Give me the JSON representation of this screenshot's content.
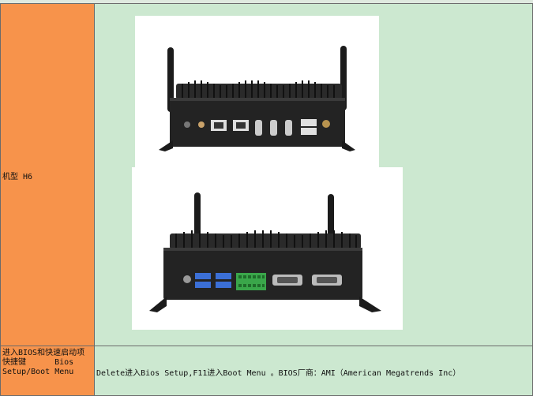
{
  "rows": [
    {
      "label": "机型 H6",
      "value_type": "images"
    },
    {
      "label": "进入BIOS和快速启动项快捷键      Bios Setup/Boot Menu",
      "value": "Delete进入Bios Setup,F11进入Boot Menu 。BIOS厂商：AMI（American Megatrends Inc）"
    }
  ],
  "colors": {
    "label_bg": "#f7934b",
    "value_bg": "#cce8d0",
    "border": "#6b6b6b"
  },
  "images": [
    {
      "name": "front-panel-photo"
    },
    {
      "name": "rear-panel-photo"
    }
  ]
}
